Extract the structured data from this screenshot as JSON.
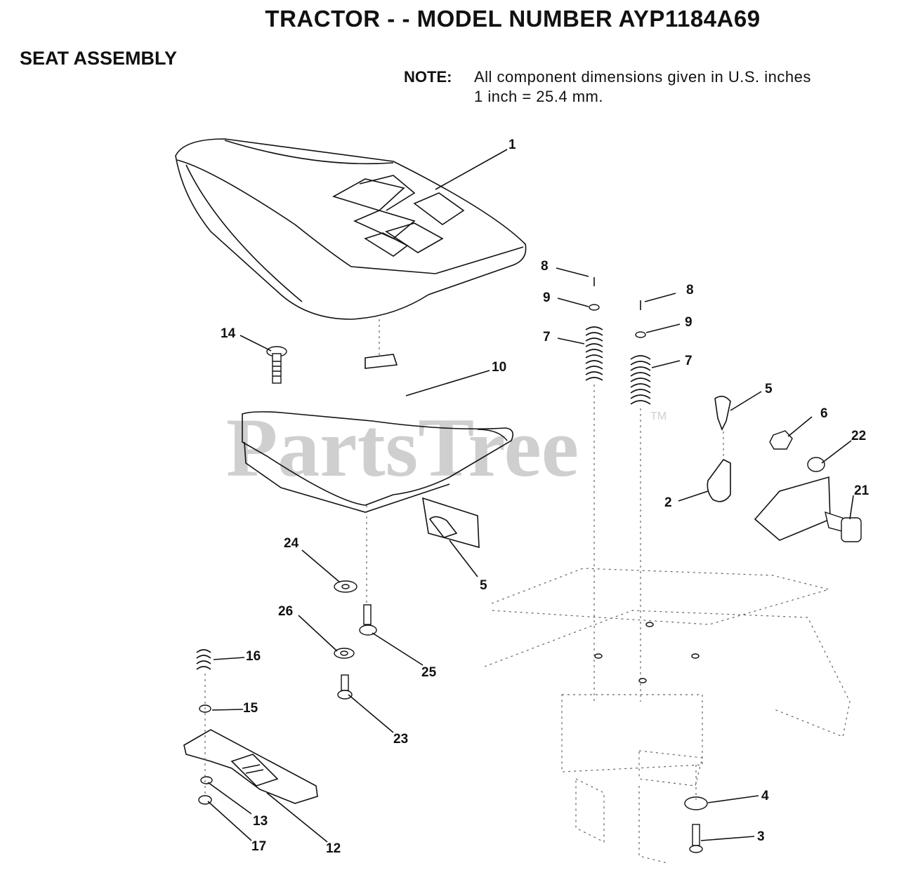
{
  "header": {
    "title": "TRACTOR - - MODEL NUMBER AYP1184A69",
    "subtitle": "SEAT ASSEMBLY",
    "note_label": "NOTE:",
    "note_line1": "All component dimensions given in U.S. inches",
    "note_line2": "1 inch = 25.4 mm."
  },
  "watermark": {
    "text": "PartsTree",
    "tm": "TM"
  },
  "callouts": {
    "c1": "1",
    "c2": "2",
    "c3": "3",
    "c4": "4",
    "c5a": "5",
    "c5b": "5",
    "c6": "6",
    "c7a": "7",
    "c7b": "7",
    "c8a": "8",
    "c8b": "8",
    "c9a": "9",
    "c9b": "9",
    "c10": "10",
    "c12": "12",
    "c13": "13",
    "c14": "14",
    "c15": "15",
    "c16": "16",
    "c17": "17",
    "c21": "21",
    "c22": "22",
    "c23": "23",
    "c24": "24",
    "c25": "25",
    "c26": "26"
  }
}
